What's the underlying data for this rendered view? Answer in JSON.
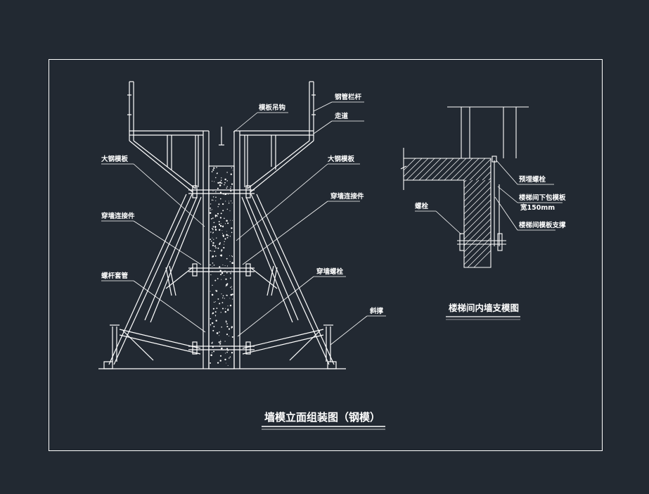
{
  "drawing": {
    "main_title": "墙模立面组装图（钢模）",
    "detail_title": "楼梯间内墙支模图",
    "colors": {
      "background": "#222932",
      "lines": "#ffffff"
    }
  },
  "main_labels": {
    "top_hook": "模板吊钩",
    "guardrail": "钢管栏杆",
    "walkway": "走道",
    "big_form_left": "大钢模板",
    "big_form_right": "大钢模板",
    "tie_left": "穿墙连接件",
    "tie_right": "穿墙连接件",
    "screw_rod": "螺杆套管",
    "wall_bolt": "穿墙螺栓",
    "brace": "斜撑"
  },
  "detail_labels": {
    "embedded": "预埋螺栓",
    "lower_form": "楼梯间下包模板",
    "width_note": "宽150mm",
    "stair_support": "楼梯间模板支撑",
    "bolt": "螺栓"
  }
}
